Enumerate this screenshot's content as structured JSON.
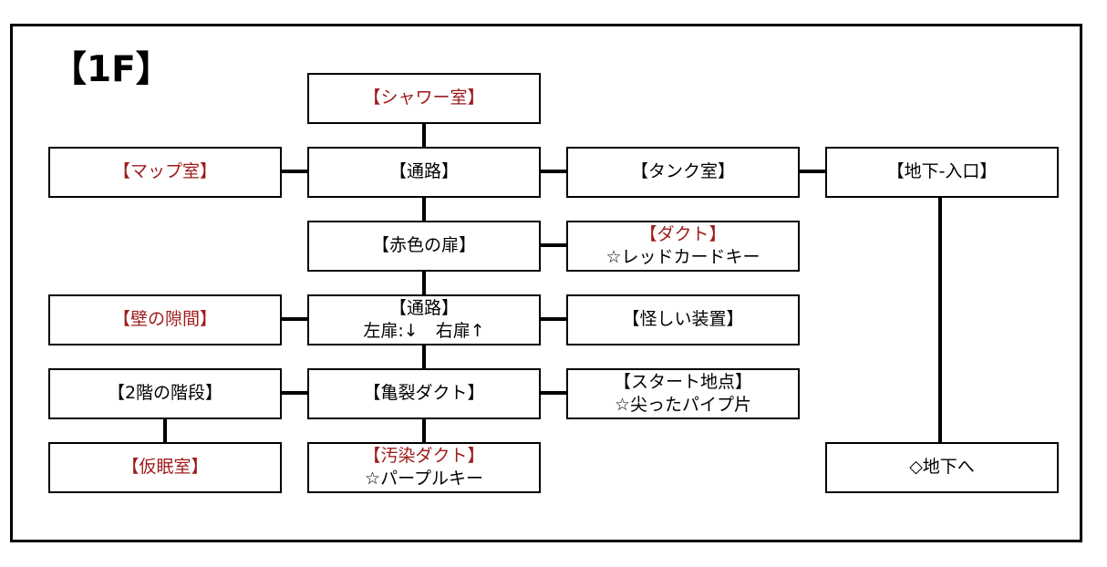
{
  "diagram": {
    "title": "【1F】",
    "colors": {
      "red": "#9e1b1b",
      "black": "#000000",
      "background": "#ffffff",
      "border": "#000000"
    },
    "nodes": [
      {
        "id": "shower",
        "line1": "【シャワー室】",
        "line2": "",
        "red": true
      },
      {
        "id": "map-room",
        "line1": "【マップ室】",
        "line2": "",
        "red": true
      },
      {
        "id": "corridor-1",
        "line1": "【通路】",
        "line2": "",
        "red": false
      },
      {
        "id": "tank-room",
        "line1": "【タンク室】",
        "line2": "",
        "red": false
      },
      {
        "id": "b1-entrance",
        "line1": "【地下-入口】",
        "line2": "",
        "red": false
      },
      {
        "id": "red-door",
        "line1": "【赤色の扉】",
        "line2": "",
        "red": false
      },
      {
        "id": "duct",
        "line1": "【ダクト】",
        "line2": "☆レッドカードキー",
        "red": true
      },
      {
        "id": "wall-gap",
        "line1": "【壁の隙間】",
        "line2": "",
        "red": true
      },
      {
        "id": "corridor-2",
        "line1": "【通路】",
        "line2": "左扉:↓　右扉↑",
        "red": false
      },
      {
        "id": "odd-device",
        "line1": "【怪しい装置】",
        "line2": "",
        "red": false
      },
      {
        "id": "stairs-2f",
        "line1": "【2階の階段】",
        "line2": "",
        "red": false
      },
      {
        "id": "crack-duct",
        "line1": "【亀裂ダクト】",
        "line2": "",
        "red": false
      },
      {
        "id": "start-point",
        "line1": "【スタート地点】",
        "line2": "☆尖ったパイプ片",
        "red": false
      },
      {
        "id": "nap-room",
        "line1": "【仮眠室】",
        "line2": "",
        "red": true
      },
      {
        "id": "dirty-duct",
        "line1": "【汚染ダクト】",
        "line2": "☆パープルキー",
        "red": true
      },
      {
        "id": "to-basement",
        "line1": "◇地下へ",
        "line2": "",
        "red": false
      }
    ]
  }
}
